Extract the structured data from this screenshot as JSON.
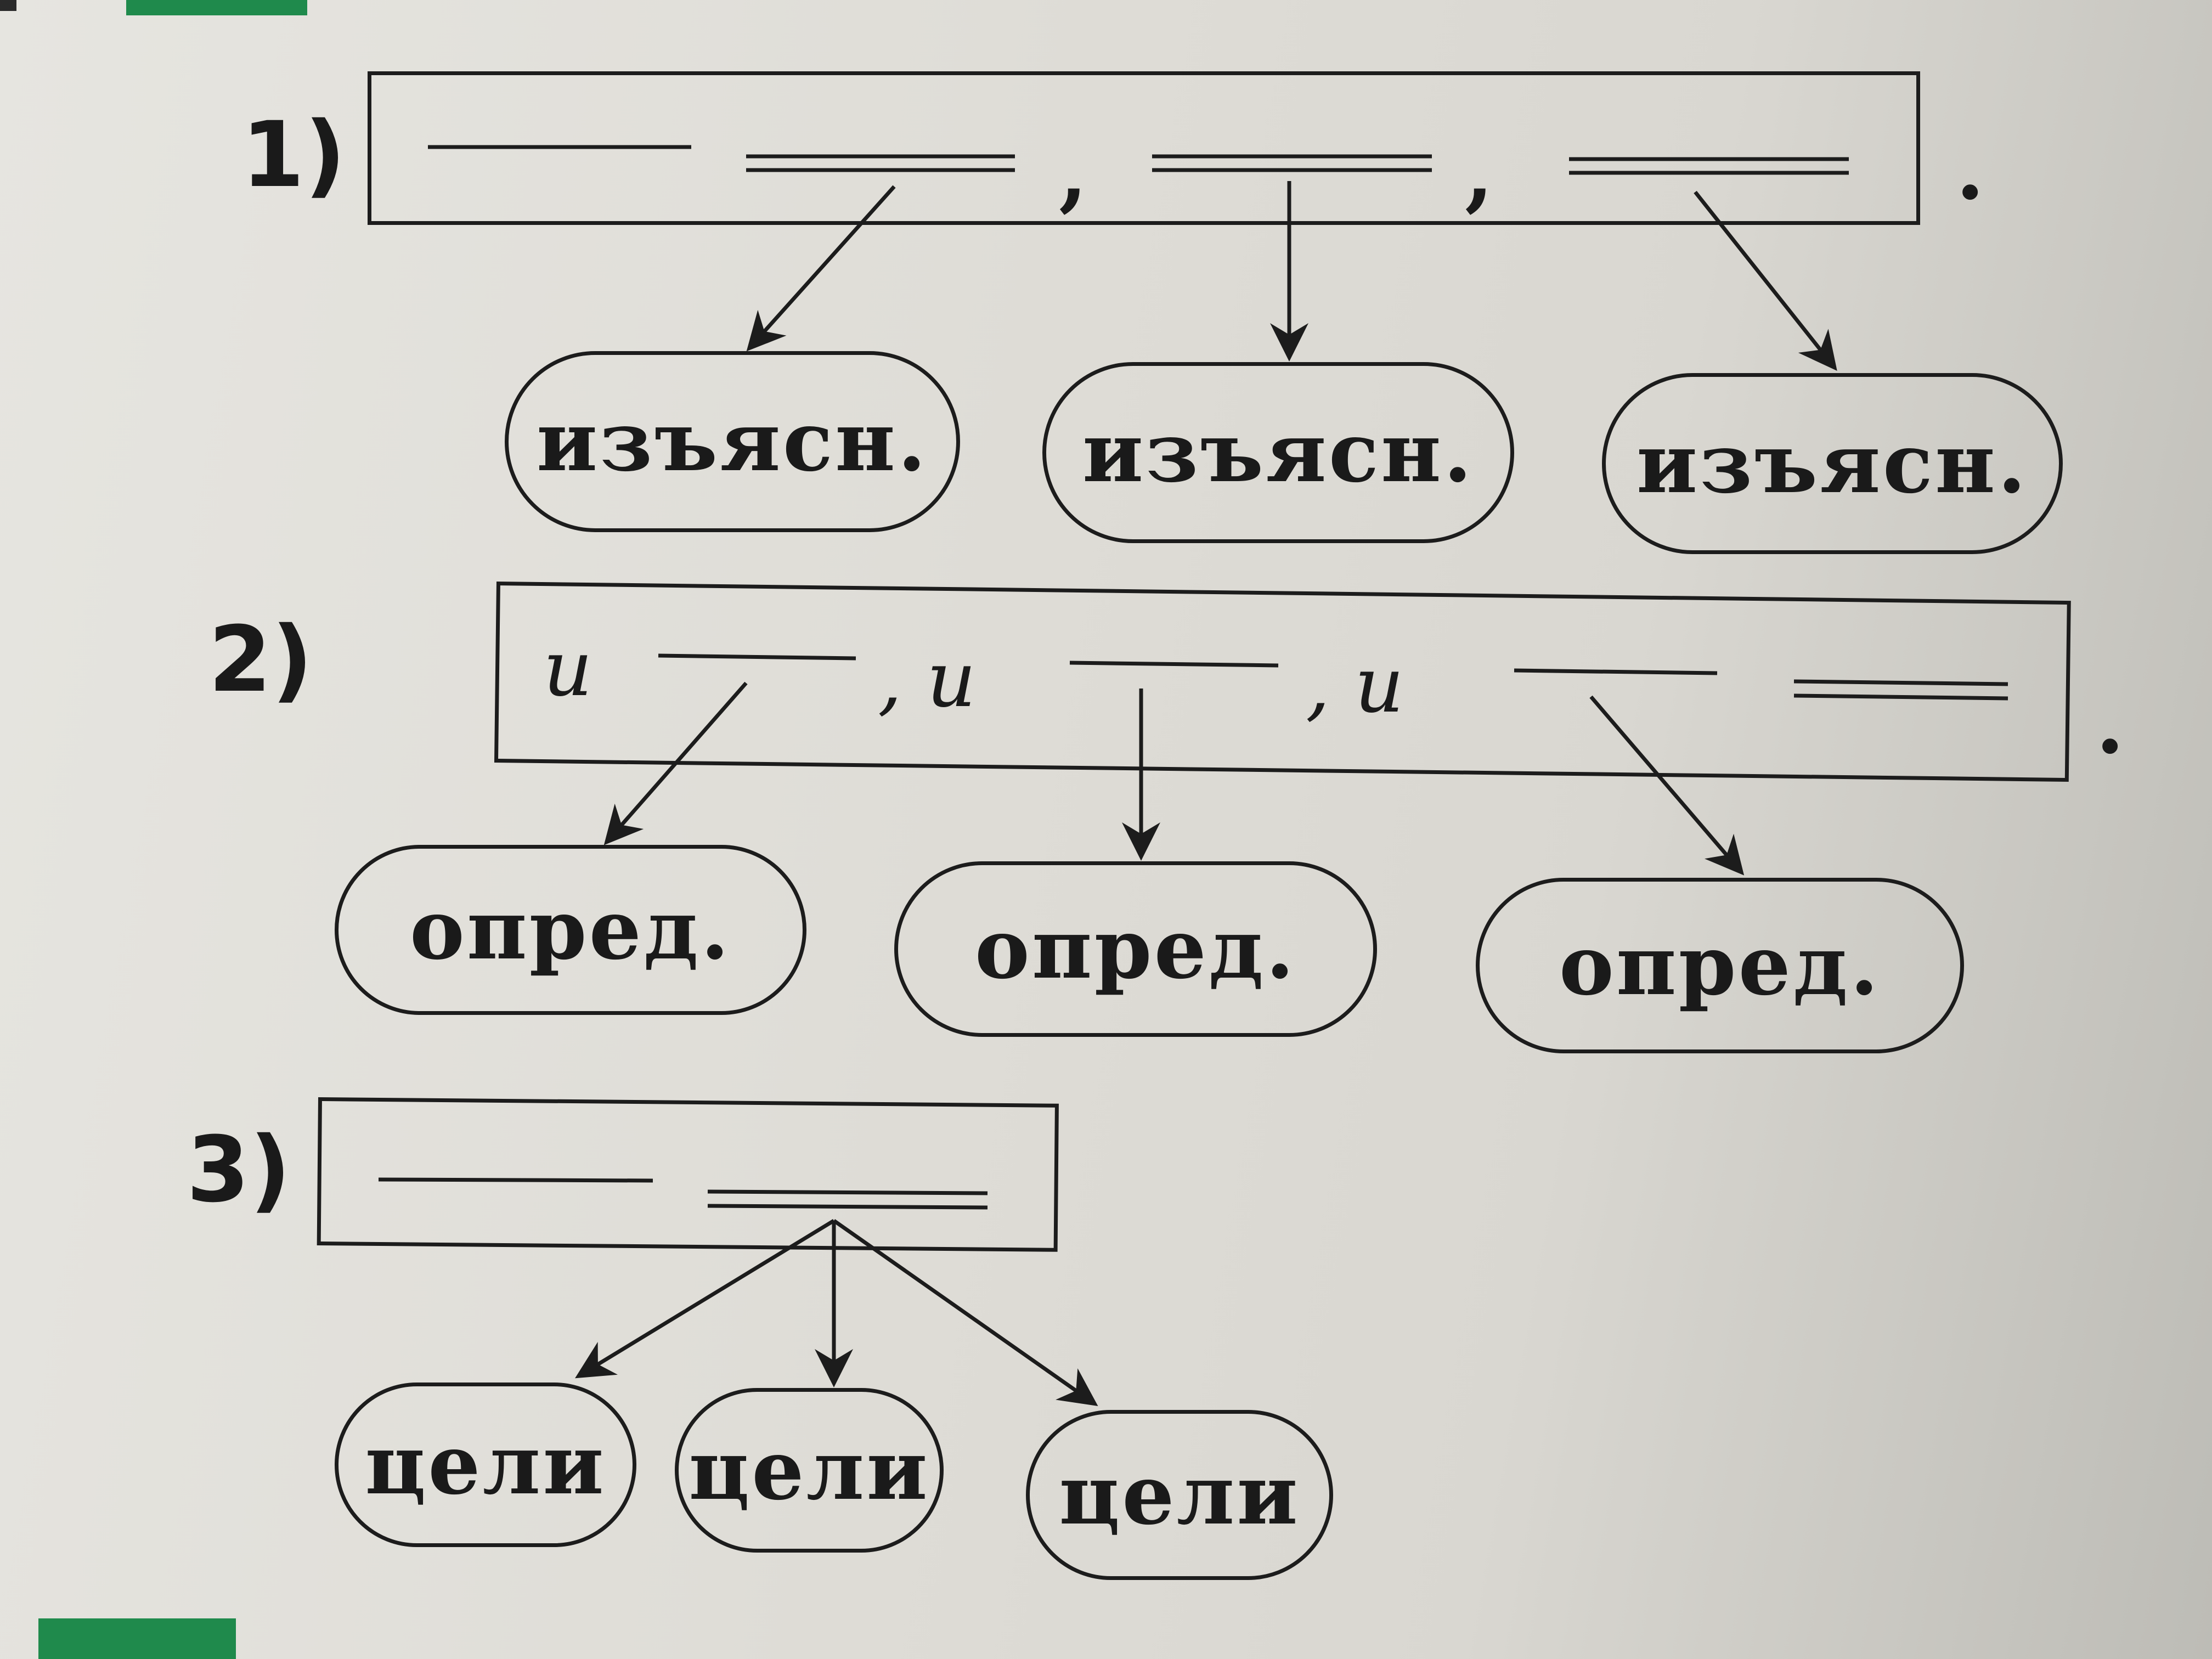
{
  "schemes": [
    {
      "number": "1)",
      "separators": [
        ",",
        ","
      ],
      "end_mark": ".",
      "clauses": [
        "изъясн.",
        "изъясн.",
        "изъясн."
      ]
    },
    {
      "number": "2)",
      "conjunctions": [
        "и",
        ", и",
        ", и"
      ],
      "end_mark": ".",
      "clauses": [
        "опред.",
        "опред.",
        "опред."
      ]
    },
    {
      "number": "3)",
      "clauses": [
        "цели",
        "цели",
        "цели"
      ]
    }
  ]
}
